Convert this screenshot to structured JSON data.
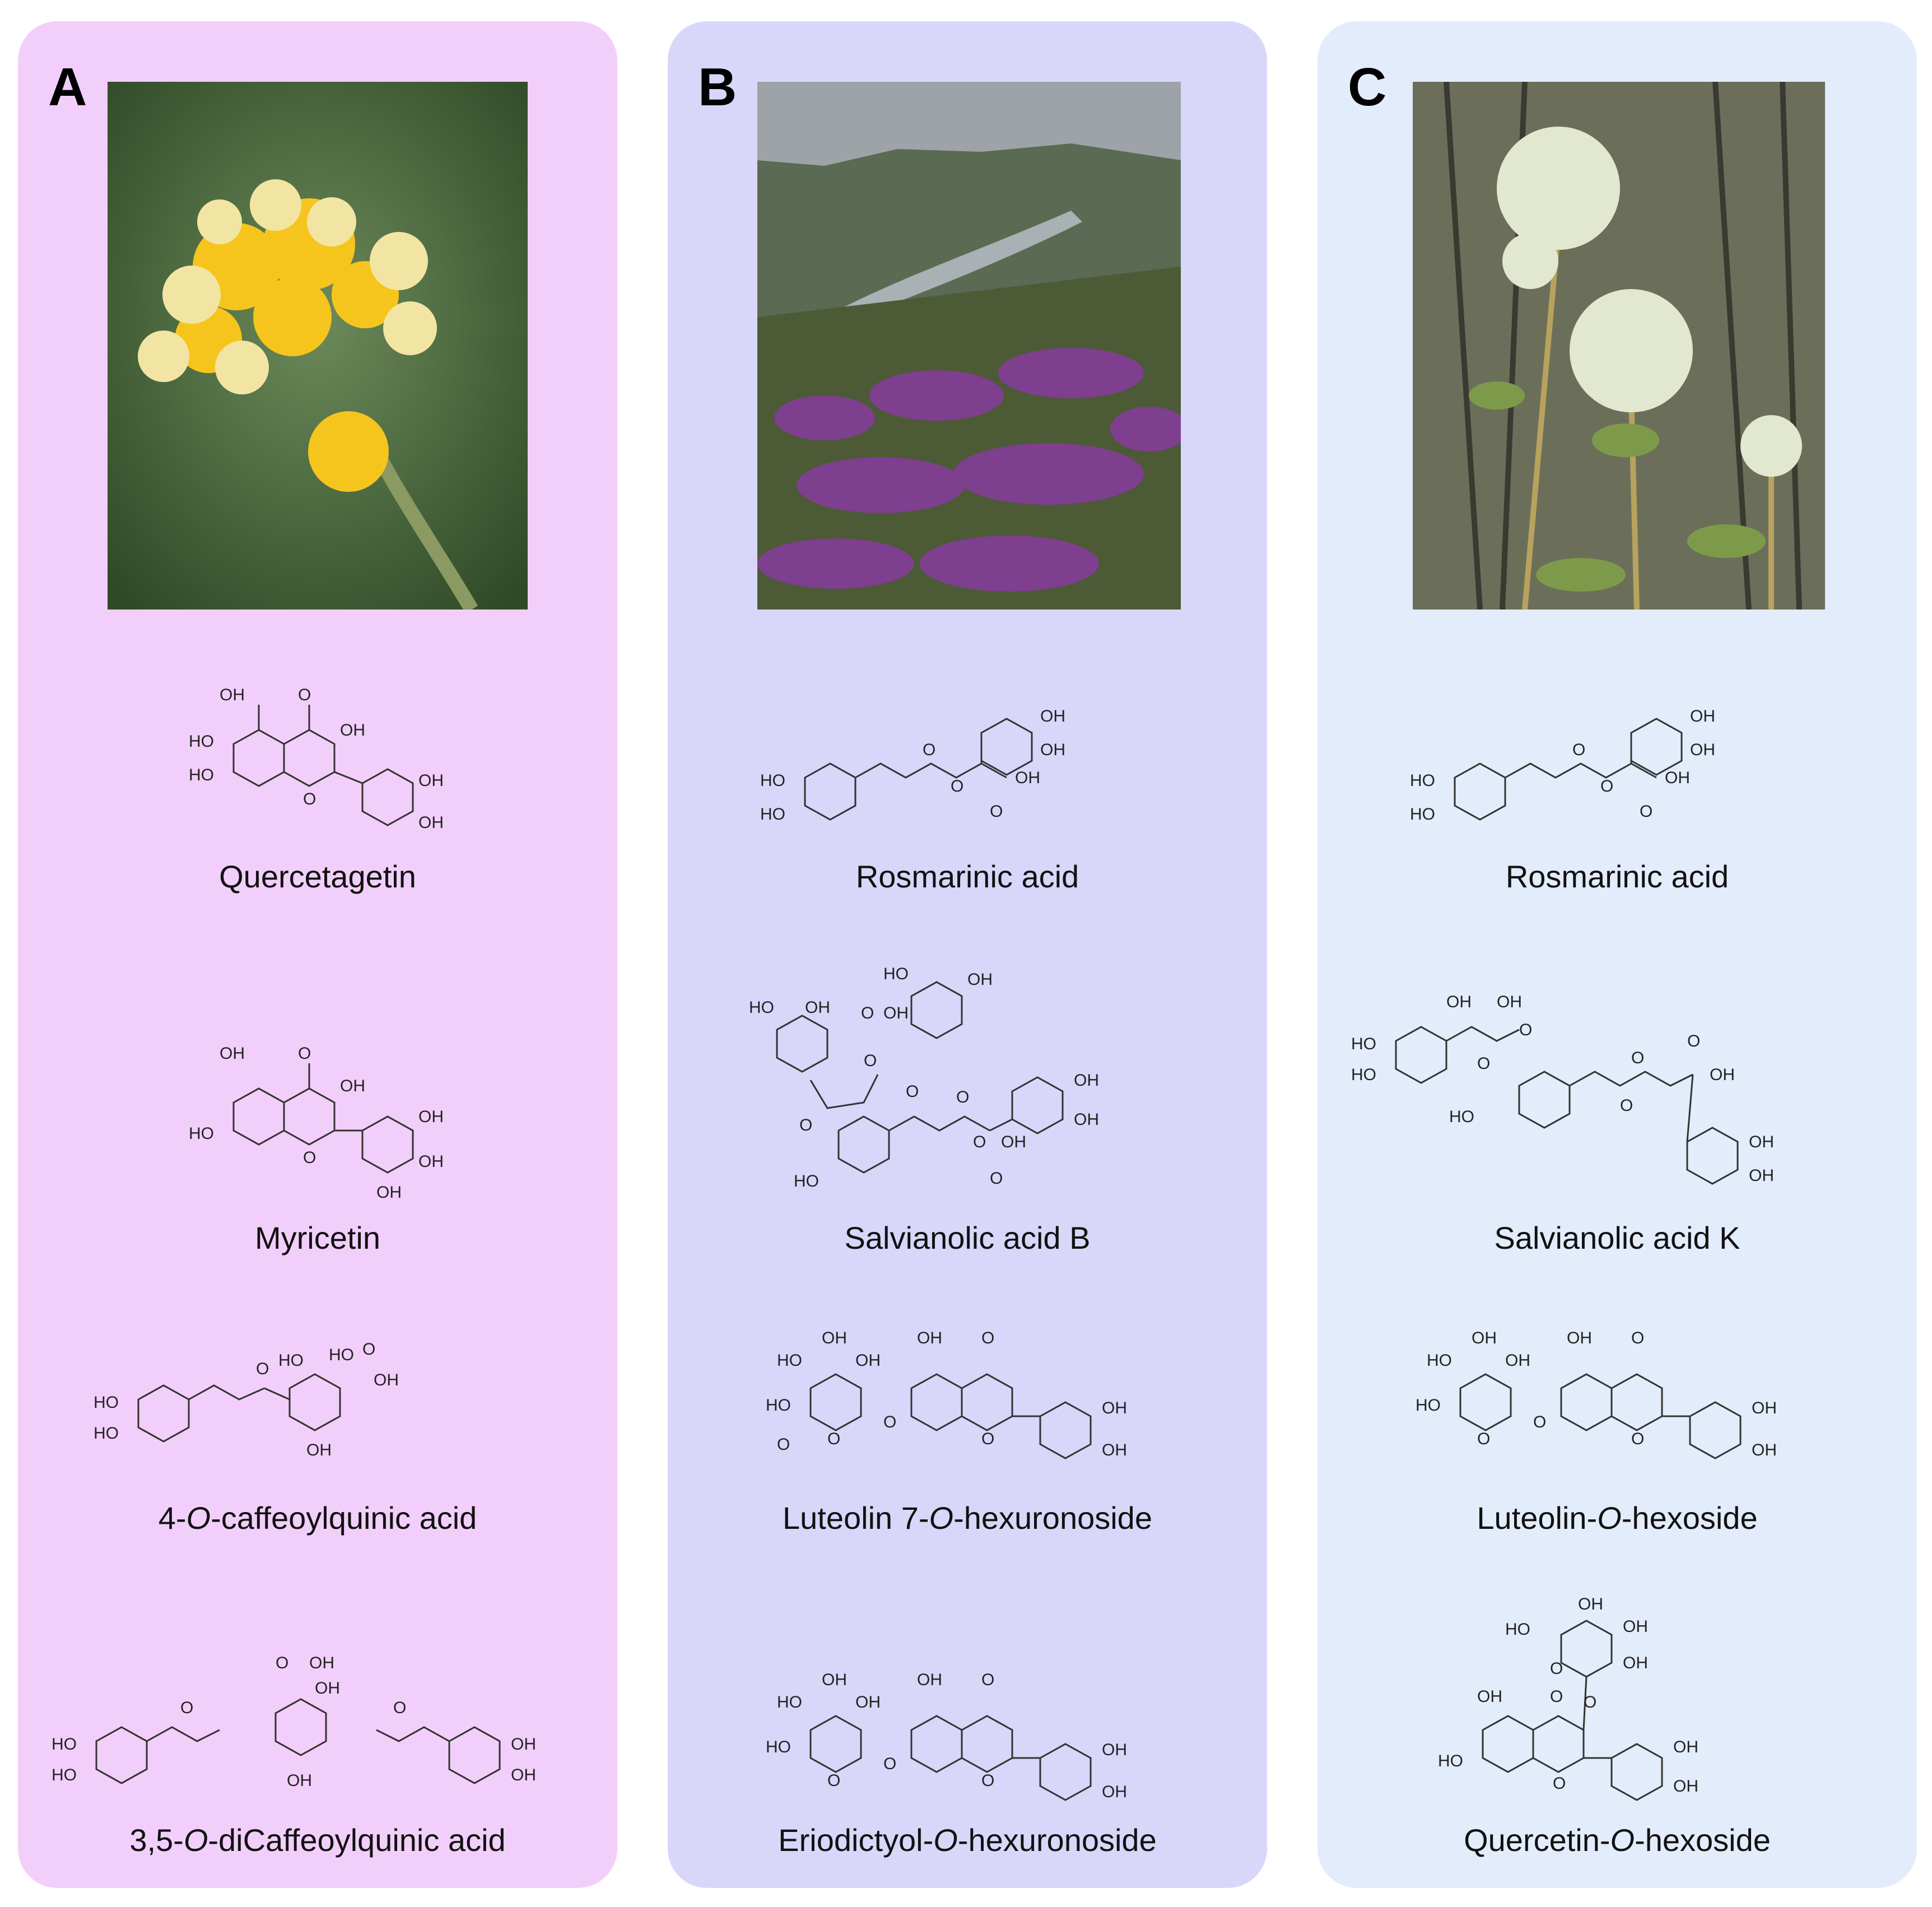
{
  "panels": [
    {
      "letter": "A",
      "colors": {
        "background": "#f2cffa"
      },
      "compounds": [
        {
          "name": "Quercetagetin"
        },
        {
          "name": "Myricetin"
        },
        {
          "name_pre": "4-",
          "name_it": "O",
          "name_post": "-caffeoylquinic acid"
        },
        {
          "name_pre": "3,5-",
          "name_it": "O",
          "name_post": "-diCaffeoylquinic acid"
        }
      ]
    },
    {
      "letter": "B",
      "colors": {
        "background": "#d8d7fa"
      },
      "compounds": [
        {
          "name": "Rosmarinic acid"
        },
        {
          "name": "Salvianolic acid B"
        },
        {
          "name_pre": "Luteolin 7-",
          "name_it": "O",
          "name_post": "-hexuronoside"
        },
        {
          "name_pre": "Eriodictyol-",
          "name_it": "O",
          "name_post": "-hexuronoside"
        }
      ]
    },
    {
      "letter": "C",
      "colors": {
        "background": "#e3ecfb"
      },
      "compounds": [
        {
          "name": "Rosmarinic acid"
        },
        {
          "name": "Salvianolic acid K"
        },
        {
          "name_pre": "Luteolin-",
          "name_it": "O",
          "name_post": "-hexoside"
        },
        {
          "name_pre": "Quercetin-",
          "name_it": "O",
          "name_post": "-hexoside"
        }
      ]
    }
  ],
  "structure_labels": {
    "OH": "OH",
    "HO": "HO",
    "O": "O"
  }
}
